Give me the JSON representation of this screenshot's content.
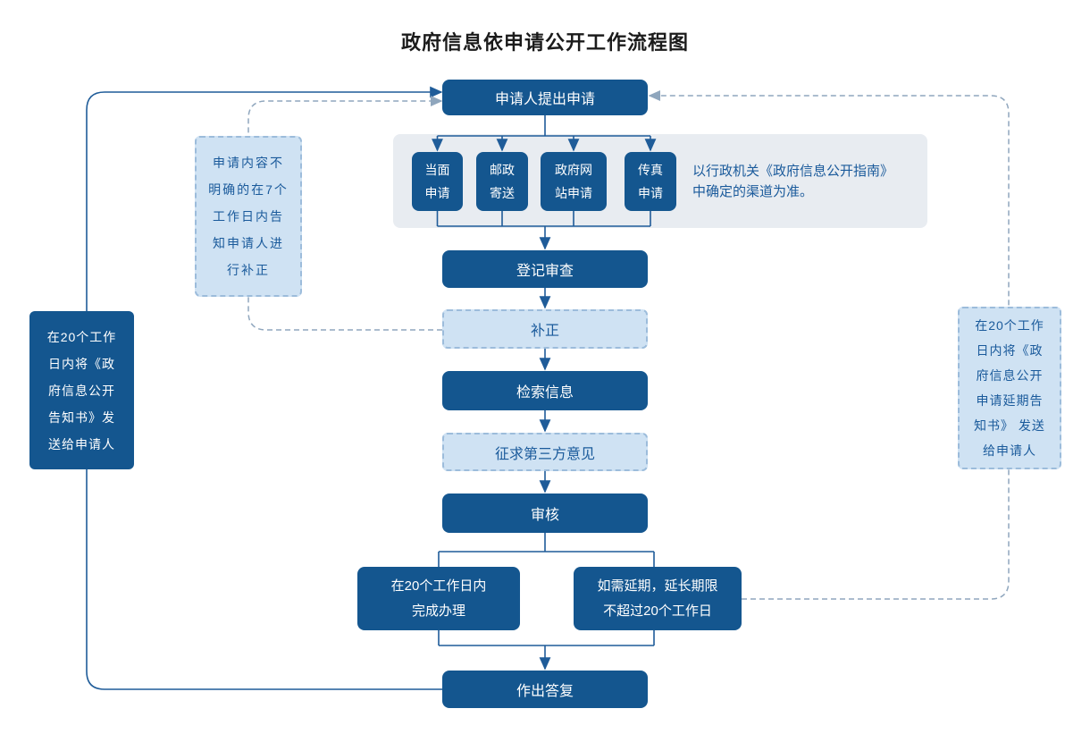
{
  "title": "政府信息依申请公开工作流程图",
  "colors": {
    "primary_dark_blue": "#14568F",
    "light_blue_fill": "#CFE2F3",
    "light_blue_dashed_border": "#9CBCDB",
    "panel_background": "#E8ECF1",
    "blue_text": "#1A5A9B",
    "solid_connector": "#1F5C99",
    "dashed_connector": "#8FA6BD"
  },
  "nodes": {
    "apply": "申请人提出申请",
    "channels": [
      {
        "label": "当面\n申请"
      },
      {
        "label": "邮政\n寄送"
      },
      {
        "label": "政府网\n站申请"
      },
      {
        "label": "传真\n申请"
      }
    ],
    "channel_note": "以行政机关《政府信息公开指南》\n中确定的渠道为准。",
    "register": "登记审查",
    "supplement": "补正",
    "search": "检索信息",
    "third_party": "征求第三方意见",
    "review": "审核",
    "complete": "在20个工作日内\n完成办理",
    "extend": "如需延期，延长期限\n不超过20个工作日",
    "reply": "作出答复",
    "supplement_note": "申请内容不\n明确的在7个\n工作日内告\n知申请人进\n行补正",
    "reply_notice": "在20个工作\n日内将《政\n府信息公开\n告知书》发\n送给申请人",
    "extension_notice": "在20个工作\n日内将《政\n府信息公开\n申请延期告\n知书》 发送\n给申请人"
  }
}
